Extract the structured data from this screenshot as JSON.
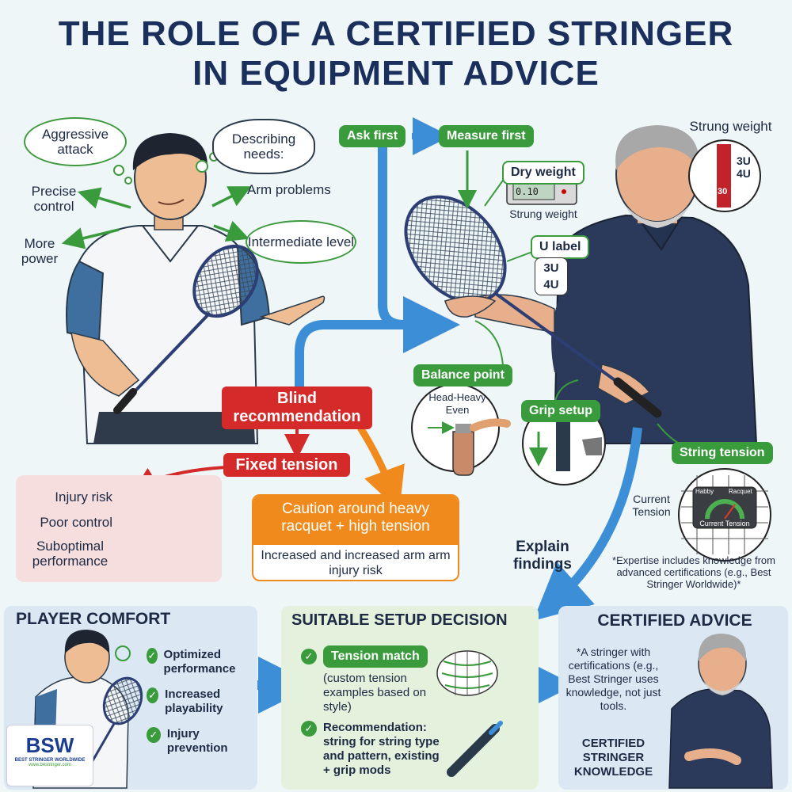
{
  "title_line1": "THE ROLE OF A CERTIFIED STRINGER",
  "title_line2": "IN EQUIPMENT ADVICE",
  "player": {
    "thought": "Describing needs:",
    "needs": [
      "Aggressive attack",
      "Precise control",
      "More power",
      "Arm problems",
      "Intermediate level"
    ]
  },
  "flow": {
    "ask_first": "Ask first",
    "measure_first": "Measure first",
    "explain_findings": "Explain findings"
  },
  "measurements": {
    "dry_weight": "Dry weight",
    "scale_display": "0.10",
    "strung_weight_under_scale": "Strung weight",
    "u_label": "U label",
    "u_values": [
      "3U",
      "4U"
    ],
    "strung_weight_title": "Strung weight",
    "grommet_values": [
      "3U",
      "4U"
    ],
    "red_number": "30",
    "balance_point": "Balance point",
    "balance_values": [
      "Head-Heavy",
      "Even"
    ],
    "grip_setup": "Grip setup",
    "string_tension": "String tension",
    "current_tension": "Current Tension",
    "gauge_left": "Habby",
    "gauge_right": "Racquet",
    "gauge_bottom": "Current Tension",
    "expertise_note": "*Expertise includes knowledge from advanced certifications (e.g., Best Stringer Worldwide)*"
  },
  "blind": {
    "title": "Blind recommendation",
    "fixed_tension": "Fixed tension",
    "consequences": [
      "Injury risk",
      "Poor control",
      "Suboptimal performance"
    ],
    "caution_title": "Caution around heavy racquet + high tension",
    "caution_body": "Increased and increased arm arm injury risk"
  },
  "bottom": {
    "comfort": {
      "title": "PLAYER COMFORT",
      "items": [
        "Optimized performance",
        "Increased playability",
        "Injury prevention"
      ]
    },
    "decision": {
      "title": "SUITABLE SETUP DECISION",
      "tension_match": "Tension match",
      "tension_desc": "(custom tension examples based on style)",
      "recommendation": "Recommendation: string for string type and pattern, existing + grip mods"
    },
    "advice": {
      "title": "CERTIFIED ADVICE",
      "note": "*A stringer with certifications (e.g., Best Stringer uses knowledge, not just tools.",
      "caption": "CERTIFIED STRINGER KNOWLEDGE"
    }
  },
  "logo": {
    "text": "BSW",
    "subtext": "BEST STRINGER WORLDWIDE",
    "url": "www.bestringer.com"
  },
  "colors": {
    "green": "#3a9b3c",
    "red": "#d42a2a",
    "orange": "#f08a1c",
    "blue": "#3c8fd6",
    "navy": "#1a2f5c"
  }
}
